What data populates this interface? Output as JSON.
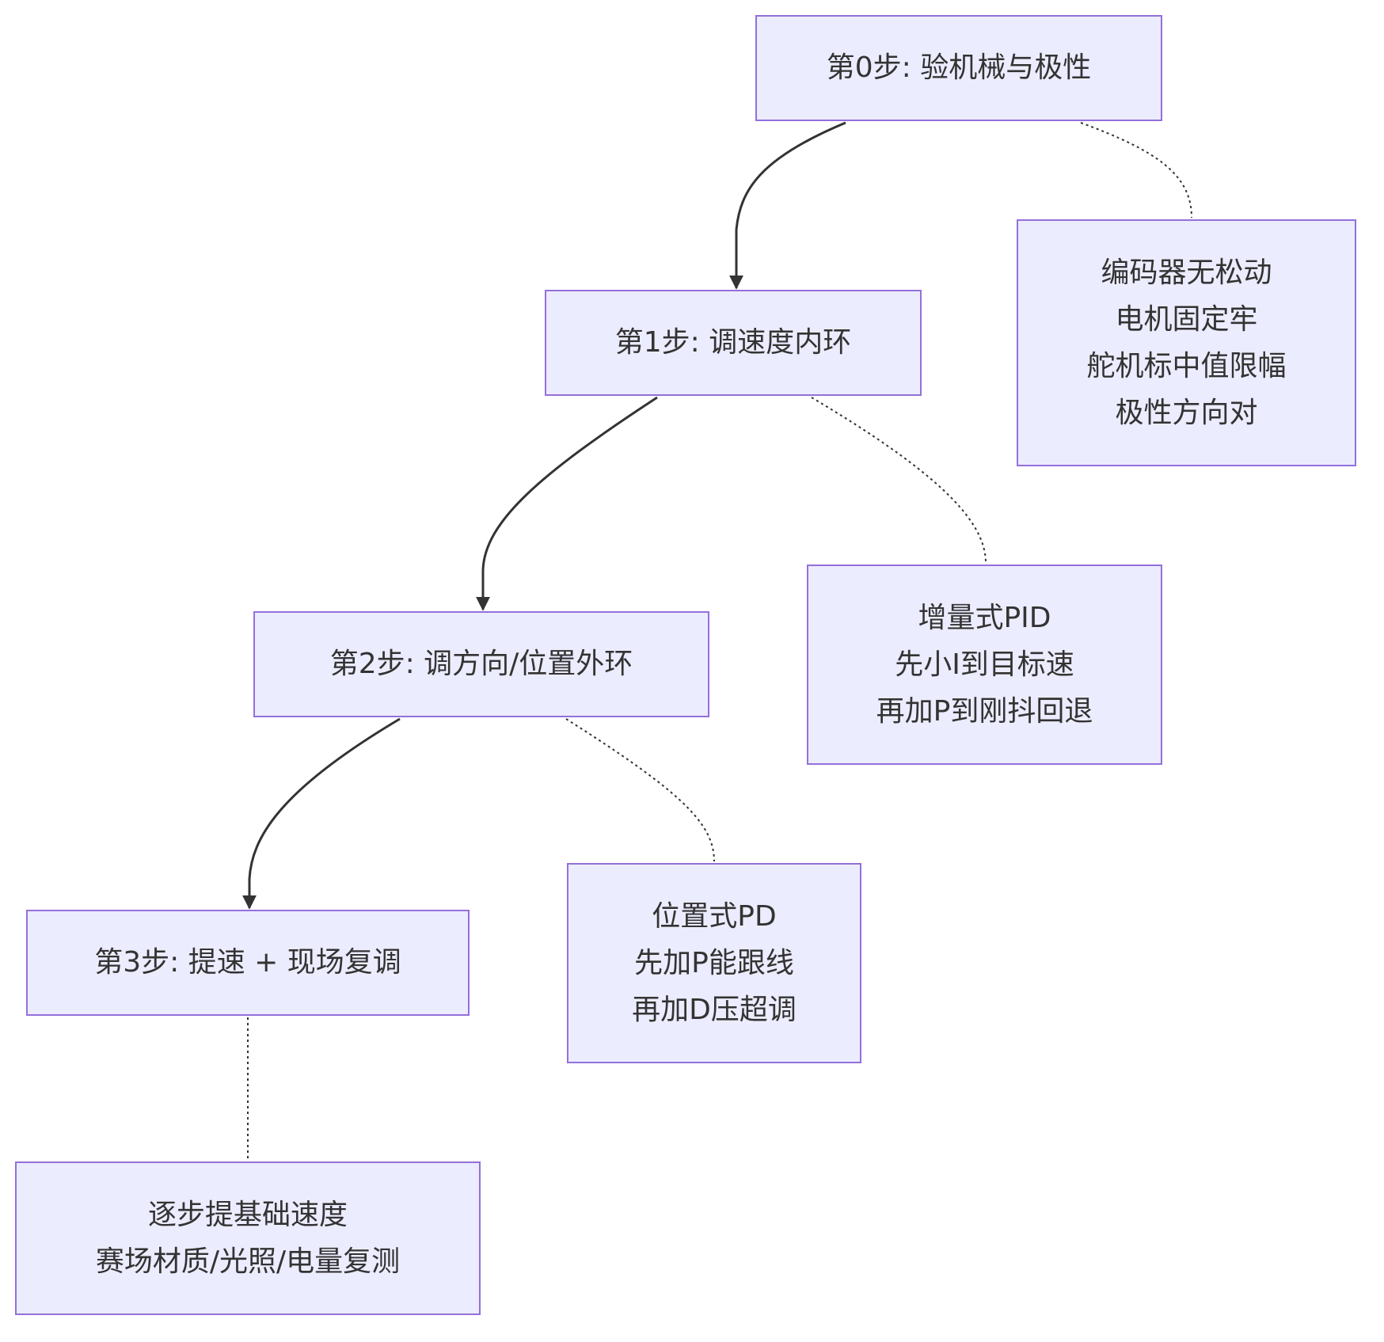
{
  "diagram": {
    "steps": [
      {
        "id": "step0",
        "label": "第0步: 验机械与极性"
      },
      {
        "id": "step1",
        "label": "第1步: 调速度内环"
      },
      {
        "id": "step2",
        "label": "第2步: 调方向/位置外环"
      },
      {
        "id": "step3",
        "label": "第3步: 提速 + 现场复调"
      }
    ],
    "notes": [
      {
        "id": "note0",
        "step": "step0",
        "lines": [
          "编码器无松动",
          "电机固定牢",
          "舵机标中值限幅",
          "极性方向对"
        ]
      },
      {
        "id": "note1",
        "step": "step1",
        "lines": [
          "增量式PID",
          "先小I到目标速",
          "再加P到刚抖回退"
        ]
      },
      {
        "id": "note2",
        "step": "step2",
        "lines": [
          "位置式PD",
          "先加P能跟线",
          "再加D压超调"
        ]
      },
      {
        "id": "note3",
        "step": "step3",
        "lines": [
          "逐步提基础速度",
          "赛场材质/光照/电量复测"
        ]
      }
    ],
    "edges": [
      {
        "from": "step0",
        "to": "step1",
        "style": "solid-arrow"
      },
      {
        "from": "step1",
        "to": "step2",
        "style": "solid-arrow"
      },
      {
        "from": "step2",
        "to": "step3",
        "style": "solid-arrow"
      },
      {
        "from": "step0",
        "to": "note0",
        "style": "dotted"
      },
      {
        "from": "step1",
        "to": "note1",
        "style": "dotted"
      },
      {
        "from": "step2",
        "to": "note2",
        "style": "dotted"
      },
      {
        "from": "step3",
        "to": "note3",
        "style": "dotted"
      }
    ],
    "colors": {
      "node_fill": "#ECECFF",
      "node_border": "#9370DB",
      "edge": "#333333",
      "text": "#333333"
    }
  }
}
